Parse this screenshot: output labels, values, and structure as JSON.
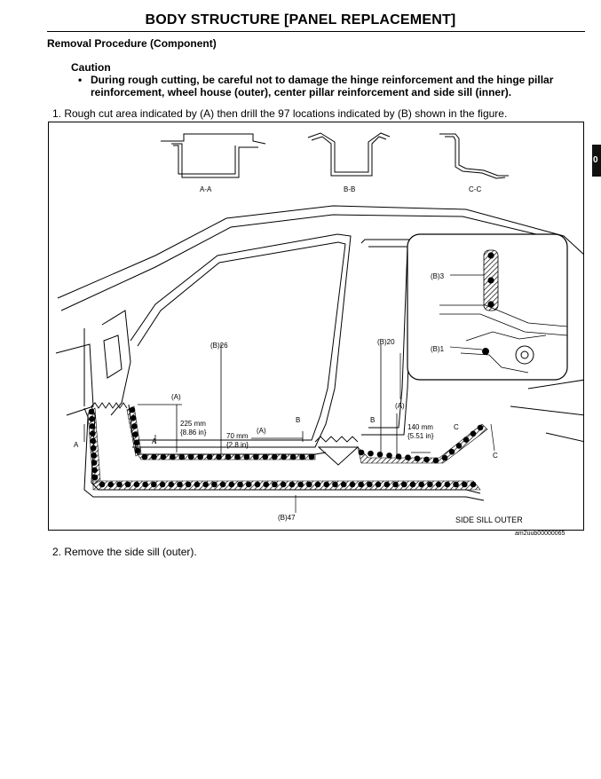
{
  "header": {
    "title": "BODY STRUCTURE [PANEL REPLACEMENT]"
  },
  "section": {
    "heading": "Removal Procedure (Component)"
  },
  "caution": {
    "heading": "Caution",
    "bullet": "•",
    "text": "During rough cutting, be careful not to damage the hinge reinforcement and the hinge pillar reinforcement, wheel house (outer), center pillar reinforcement and side sill (inner)."
  },
  "steps": [
    "1. Rough cut area indicated by (A) then drill the 97 locations indicated by (B) shown in the figure.",
    "2. Remove the side sill (outer)."
  ],
  "figure": {
    "sections": [
      "A-A",
      "B-B",
      "C-C"
    ],
    "labels": {
      "b26": "(B)26",
      "b20": "(B)20",
      "b3": "(B)3",
      "b1": "(B)1",
      "b47": "(B)47",
      "a_left": "(A)",
      "a_mid": "(A)",
      "a_right": "(A)",
      "mark_a": "A",
      "mark_b": "B",
      "mark_c": "C",
      "dim_225": "225 mm",
      "dim_225_in": "{8.86 in}",
      "dim_70": "70 mm",
      "dim_70_in": "{2.8 in}",
      "dim_140": "140 mm",
      "dim_140_in": "{5.51 in}",
      "side_sill_outer": "SIDE SILL OUTER"
    },
    "id": "am2uub00000065"
  },
  "tab": {
    "label": "0"
  }
}
